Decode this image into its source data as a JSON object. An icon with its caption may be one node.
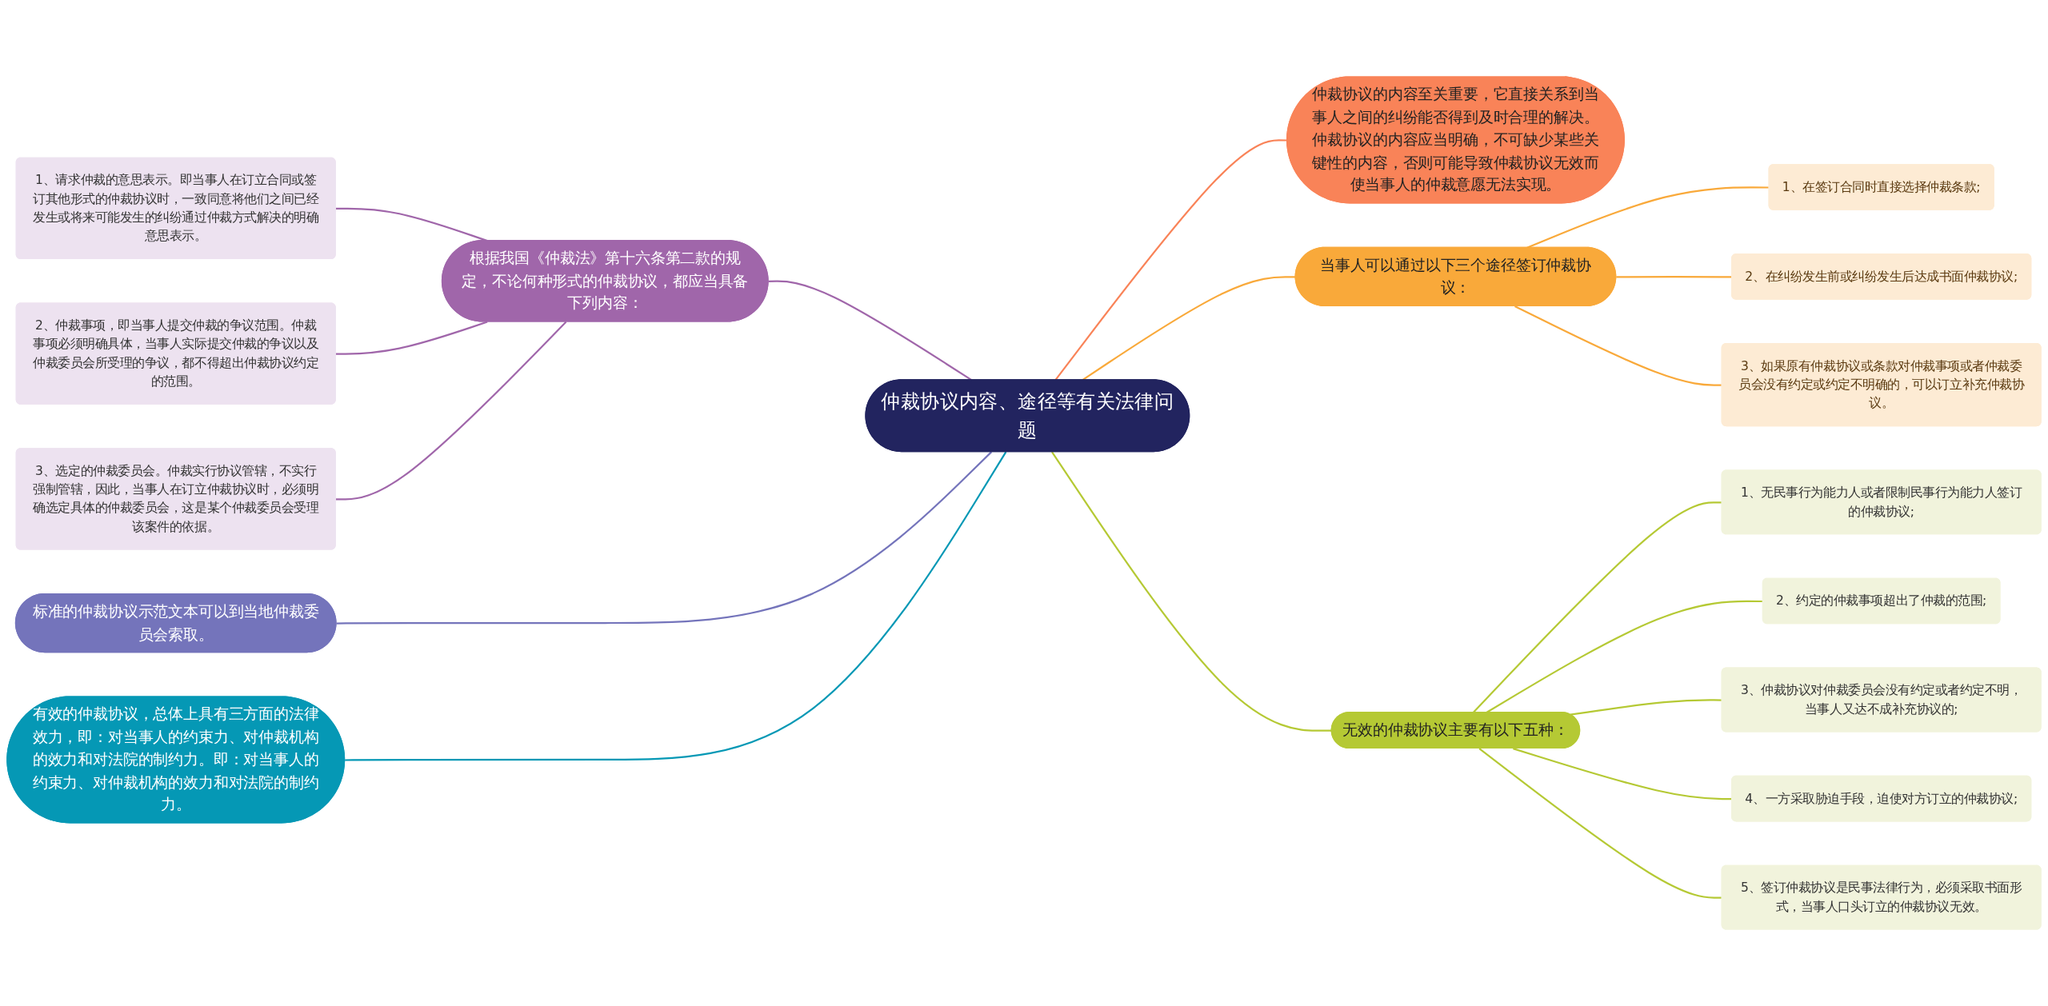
{
  "diagram": {
    "nodes": [
      {
        "text": [
          "仲裁协议内容、途径等有关法律问题"
        ]
      },
      {
        "text": [
          "1、请求仲裁的意思表示。即当事人在订立合同或签订其他形式的仲裁协议时，一致同意将他们之间已经发生或将来可能发生的纠纷通过仲裁方式解决的明确意思表示。"
        ]
      },
      {
        "text": [
          "2、仲裁事项，即当事人提交仲裁的争议范围。仲裁事项必须明确具体，当事人实际提交仲裁的争议以及仲裁委员会所受理的争议，都不得超出仲裁协议约定的范围。"
        ]
      },
      {
        "text": [
          "3、选定的仲裁委员会。仲裁实行协议管辖，不实行强制管辖，因此，当事人在订立仲裁协议时，必须明确选定具体的仲裁委员会，这是某个仲裁委员会受理该案件的依据。"
        ]
      },
      {
        "text": [
          "根据我国《仲裁法》第十六条第二款的规定，不论何种形式的仲裁协议，都应当具备下列内容："
        ]
      },
      {
        "text": [
          "标准的仲裁协议示范文本可以到当地仲裁委员会索取。"
        ]
      },
      {
        "text": [
          "有效的仲裁协议，总体上具有三方面的法律效力，即：对当事人的约束力、对仲裁机构的效力和对法院的制约力。即：对当事人的约束力、对仲裁机构的效力和对法院的制约力。"
        ]
      },
      {
        "text": [
          "仲裁协议的内容至关重要，它直接关系到当事人之间的纠纷能否得到及时合理的解决。仲裁协议的内容应当明确，不可缺少某些关键性的内容，否则可能导致仲裁协议无效而使当事人的仲裁意愿无法实现。"
        ]
      },
      {
        "text": [
          "当事人可以通过以下三个途径签订仲裁协议："
        ]
      },
      {
        "text": [
          "1、在签订合同时直接选择仲裁条款;"
        ]
      },
      {
        "text": [
          "2、在纠纷发生前或纠纷发生后达成书面仲裁协议;"
        ]
      },
      {
        "text": [
          "3、如果原有仲裁协议或条款对仲裁事项或者仲裁委员会没有约定或约定不明确的，可以订立补充仲裁协议。"
        ]
      },
      {
        "text": [
          "无效的仲裁协议主要有以下五种："
        ]
      },
      {
        "text": [
          "1、无民事行为能力人或者限制民事行为能力人签订的仲裁协议;"
        ]
      },
      {
        "text": [
          "2、约定的仲裁事项超出了仲裁的范围;"
        ]
      },
      {
        "text": [
          "3、仲裁协议对仲裁委员会没有约定或者约定不明，当事人又达不成补充协议的;"
        ]
      },
      {
        "text": [
          "4、一方采取胁迫手段，迫使对方订立的仲裁协议;"
        ]
      },
      {
        "text": [
          "5、签订仲裁协议是民事法律行为，必须采取书面形式，当事人口头订立的仲裁协议无效。"
        ]
      }
    ],
    "edges": [
      {
        "from": 1,
        "to": 4,
        "arrow": "none",
        "color": "#a066aa"
      },
      {
        "from": 2,
        "to": 4,
        "arrow": "none",
        "color": "#a066aa"
      },
      {
        "from": 3,
        "to": 4,
        "arrow": "none",
        "color": "#a066aa"
      },
      {
        "from": 4,
        "to": 0,
        "arrow": "none",
        "color": "#a066aa"
      },
      {
        "from": 5,
        "to": 0,
        "arrow": "none",
        "color": "#7474bb"
      },
      {
        "from": 6,
        "to": 0,
        "arrow": "none",
        "color": "#0598b5"
      },
      {
        "from": 0,
        "to": 7,
        "arrow": "none",
        "color": "#f98358"
      },
      {
        "from": 0,
        "to": 8,
        "arrow": "none",
        "color": "#f9a93a"
      },
      {
        "from": 8,
        "to": 9,
        "arrow": "none",
        "color": "#f9a93a"
      },
      {
        "from": 8,
        "to": 10,
        "arrow": "none",
        "color": "#f9a93a"
      },
      {
        "from": 8,
        "to": 11,
        "arrow": "none",
        "color": "#f9a93a"
      },
      {
        "from": 0,
        "to": 12,
        "arrow": "none",
        "color": "#b5c934"
      },
      {
        "from": 12,
        "to": 13,
        "arrow": "none",
        "color": "#b5c934"
      },
      {
        "from": 12,
        "to": 14,
        "arrow": "none",
        "color": "#b5c934"
      },
      {
        "from": 12,
        "to": 15,
        "arrow": "none",
        "color": "#b5c934"
      },
      {
        "from": 12,
        "to": 16,
        "arrow": "none",
        "color": "#b5c934"
      },
      {
        "from": 12,
        "to": 17,
        "arrow": "none",
        "color": "#b5c934"
      }
    ]
  }
}
